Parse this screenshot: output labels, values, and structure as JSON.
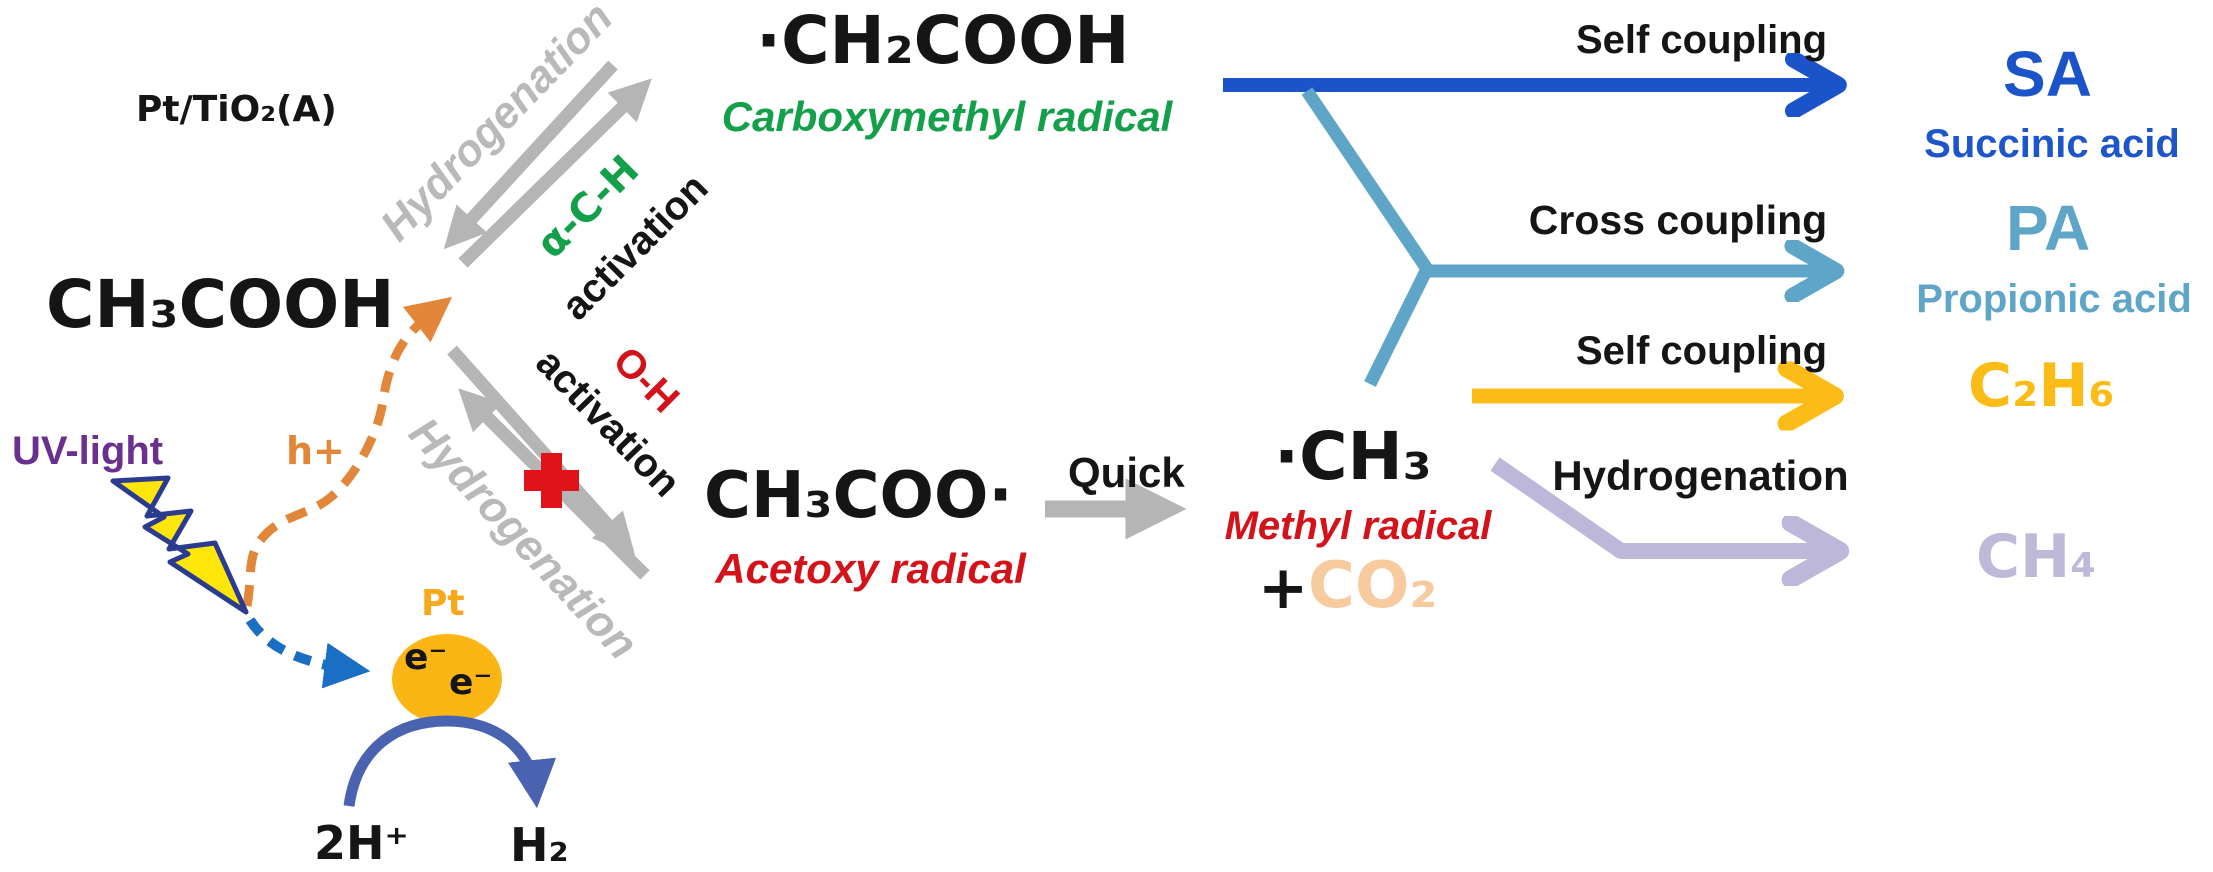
{
  "figure": {
    "title_implicit": "Photocatalytic conversion mechanism of acetic acid over Pt/TiO2",
    "catalyst_label": "Pt/TiO₂(A)",
    "reactant": {
      "formula": "CH₃COOH"
    },
    "excitation": {
      "uv_label": "UV-light",
      "hole_label": "h+",
      "pt_label": "Pt",
      "electron1": "e⁻",
      "electron2": "e⁻",
      "protons": "2H⁺",
      "hydrogen": "H₂"
    },
    "activation_paths": {
      "upper": {
        "hydrogenation": "Hydrogenation",
        "bond": "α-C-H",
        "activation": "activation"
      },
      "lower": {
        "hydrogenation": "Hydrogenation",
        "bond": "O-H",
        "activation": "activation"
      }
    },
    "intermediates": {
      "carboxymethyl": {
        "formula": "·CH₂COOH",
        "name": "Carboxymethyl radical"
      },
      "acetoxy": {
        "formula": "CH₃COO·",
        "name": "Acetoxy radical"
      },
      "quick_label": "Quick",
      "methyl": {
        "formula": "·CH₃",
        "name": "Methyl radical",
        "plus": "+",
        "co2": "CO₂"
      }
    },
    "pathways": {
      "self_coupling_top": "Self coupling",
      "cross_coupling": "Cross coupling",
      "self_coupling_bottom": "Self coupling",
      "hydrogenation_right": "Hydrogenation"
    },
    "products": {
      "sa": {
        "abbr": "SA",
        "name": "Succinic acid"
      },
      "pa": {
        "abbr": "PA",
        "name": "Propionic acid"
      },
      "c2h6": "C₂H₆",
      "ch4": "CH₄"
    },
    "colors": {
      "sa_blue": "#1b54c8",
      "pa_light_blue": "#5fa5c8",
      "c2h6_yellow": "#fbbc17",
      "ch4_lavender": "#bfb9d9",
      "co2_peach": "#f7cb9e",
      "radical_red": "#d4121a",
      "green": "#14a04b",
      "gray_arrow": "#b5b5b5",
      "orange_hole": "#e2873a",
      "pt_particle": "#fbb515",
      "uv_purple": "#6a3090",
      "electron_blue": "#1a6fc4",
      "arc_blue": "#4a63b0",
      "lightning_yellow": "#ffe60a",
      "lightning_outline": "#2b3b8f"
    }
  }
}
